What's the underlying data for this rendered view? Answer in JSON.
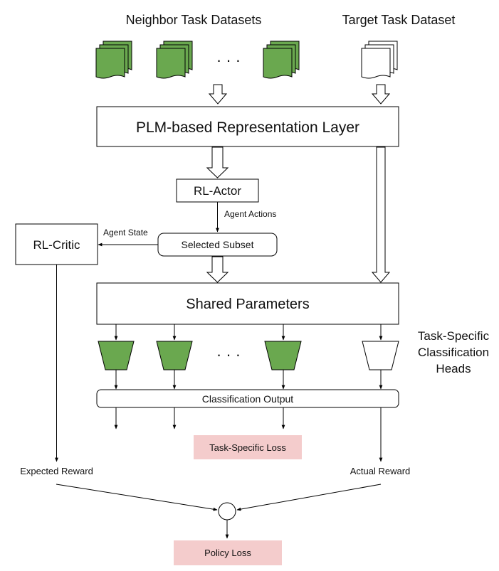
{
  "headers": {
    "neighbor": "Neighbor Task Datasets",
    "target": "Target Task Dataset"
  },
  "ellipsis": "· · ·",
  "plm_layer": "PLM-based Representation Layer",
  "rl_actor": "RL-Actor",
  "agent_actions": "Agent Actions",
  "rl_critic": "RL-Critic",
  "agent_state": "Agent State",
  "selected_subset": "Selected Subset",
  "shared_parameters": "Shared Parameters",
  "heads_label": [
    "Task-Specific",
    "Classification",
    "Heads"
  ],
  "classification_output": "Classification Output",
  "task_specific_loss": "Task-Specific Loss",
  "expected_reward": "Expected Reward",
  "actual_reward": "Actual Reward",
  "policy_loss": "Policy Loss",
  "colors": {
    "green": "#6aa84f",
    "pink": "#f4cccc",
    "stroke": "#000000"
  }
}
